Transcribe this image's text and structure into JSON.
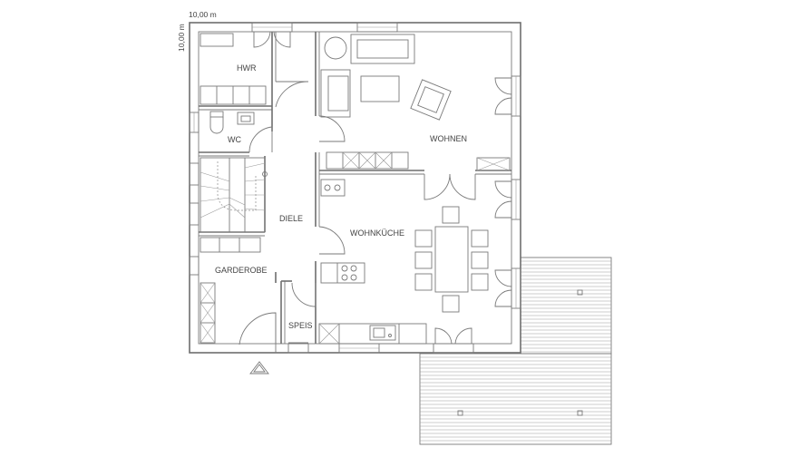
{
  "dimensions": {
    "width": "10,00 m",
    "height": "10,00 m"
  },
  "rooms": {
    "hwr": "HWR",
    "wc": "WC",
    "wohnen": "WOHNEN",
    "diele": "DIELE",
    "wohnkueche": "WOHNKÜCHE",
    "garderobe": "GARDEROBE",
    "speis": "SPEIS"
  },
  "colors": {
    "line": "#6e6e6e",
    "background": "#ffffff"
  }
}
